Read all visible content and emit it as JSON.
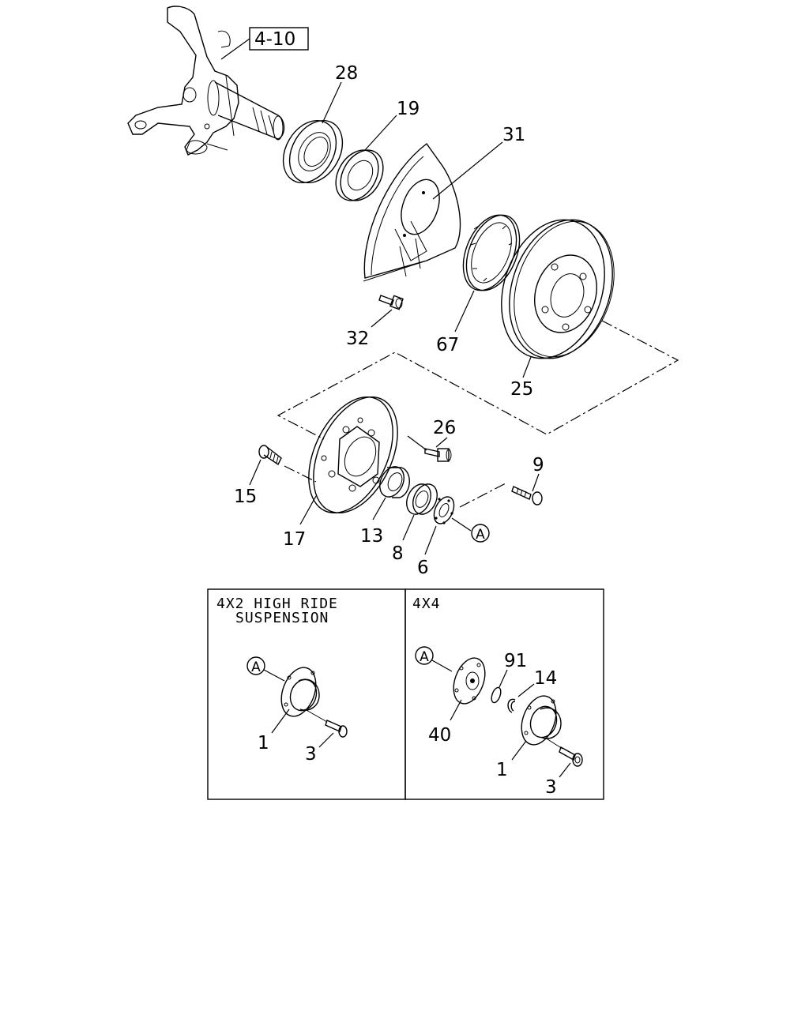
{
  "ref_box": "4-10",
  "callouts": {
    "c28": "28",
    "c19": "19",
    "c31": "31",
    "c32": "32",
    "c67": "67",
    "c25": "25",
    "c26": "26",
    "c9": "9",
    "c15": "15",
    "c17": "17",
    "c13": "13",
    "c8": "8",
    "c6": "6",
    "cA": "A"
  },
  "inset_left": {
    "title_line1": "4X2 HIGH RIDE",
    "title_line2": "SUSPENSION",
    "marker": "A",
    "c1": "1",
    "c3": "3"
  },
  "inset_right": {
    "title": "4X4",
    "marker": "A",
    "c91": "91",
    "c14": "14",
    "c40": "40",
    "c1": "1",
    "c3": "3"
  }
}
